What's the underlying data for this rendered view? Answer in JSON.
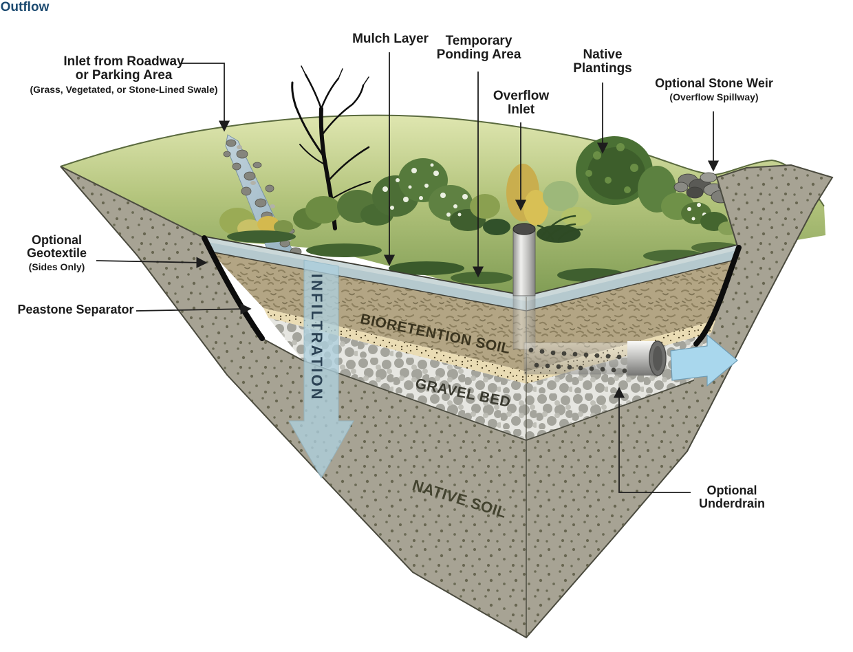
{
  "diagram": {
    "type": "bioretention-area-cross-section",
    "background": "#ffffff"
  },
  "labels": {
    "inlet": {
      "line1": "Inlet from Roadway",
      "line2": "or Parking Area",
      "sub": "(Grass, Vegetated, or Stone-Lined Swale)"
    },
    "mulch_layer": {
      "text": "Mulch Layer"
    },
    "temporary_ponding": {
      "line1": "Temporary",
      "line2": "Ponding Area"
    },
    "overflow_inlet": {
      "line1": "Overflow",
      "line2": "Inlet"
    },
    "native_plantings": {
      "line1": "Native",
      "line2": "Plantings"
    },
    "stone_weir": {
      "line1": "Optional Stone Weir",
      "sub": "(Overflow Spillway)"
    },
    "geotextile": {
      "line1": "Optional",
      "line2": "Geotextile",
      "sub": "(Sides Only)"
    },
    "peastone": {
      "text": "Peastone Separator"
    },
    "infiltration": {
      "text": "INFILTRATION"
    },
    "bioretention_soil": {
      "text": "BIORETENTION SOIL"
    },
    "gravel_bed": {
      "text": "GRAVEL BED"
    },
    "native_soil": {
      "text": "NATIVE SOIL"
    },
    "outflow": {
      "text": "Outflow"
    },
    "underdrain": {
      "line1": "Optional",
      "line2": "Underdrain"
    }
  },
  "colors": {
    "label_text": "#1b1b1b",
    "infiltration_arrow": "#aed0de",
    "infiltration_text": "#2b4254",
    "outflow_arrow": "#a9d7ed",
    "outflow_text": "#1c4a70",
    "hill_green": "#9ab364",
    "native_soil": "#a7a394",
    "bioretention_soil": "#b3a584",
    "peastone": "#eadcb4",
    "gravel": "#e6e6e1",
    "ponding_band": "#b5c9ce",
    "geotextile": "#0c0c0c",
    "pipe_gray": "#b5b5b5"
  }
}
